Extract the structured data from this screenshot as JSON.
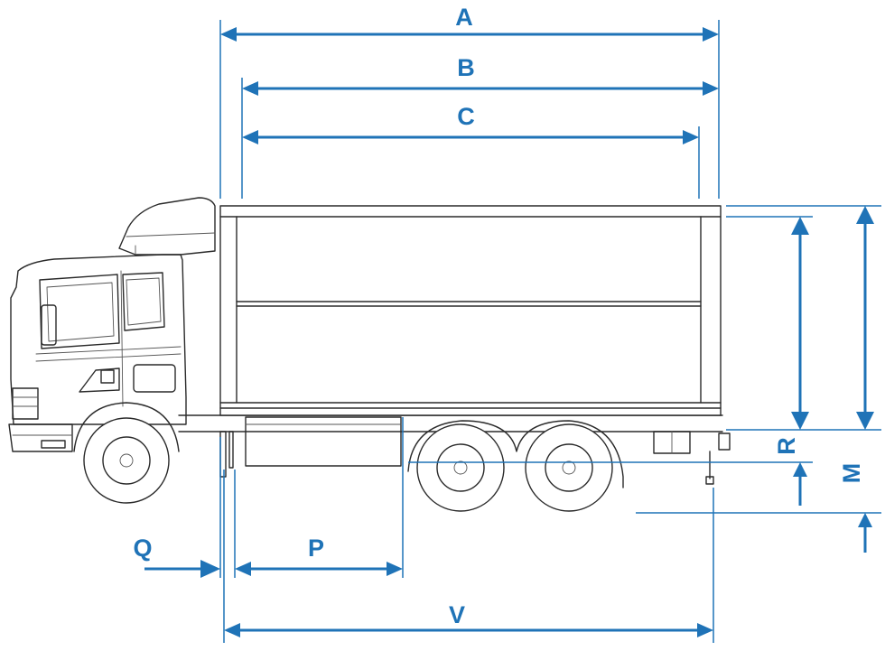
{
  "labels": {
    "a": "A",
    "b": "B",
    "c": "C",
    "r": "R",
    "m": "M",
    "q": "Q",
    "p": "P",
    "v": "V"
  },
  "colors": {
    "dimension": "#1f73b7",
    "outline": "#2a2a2a",
    "background": "#ffffff"
  }
}
